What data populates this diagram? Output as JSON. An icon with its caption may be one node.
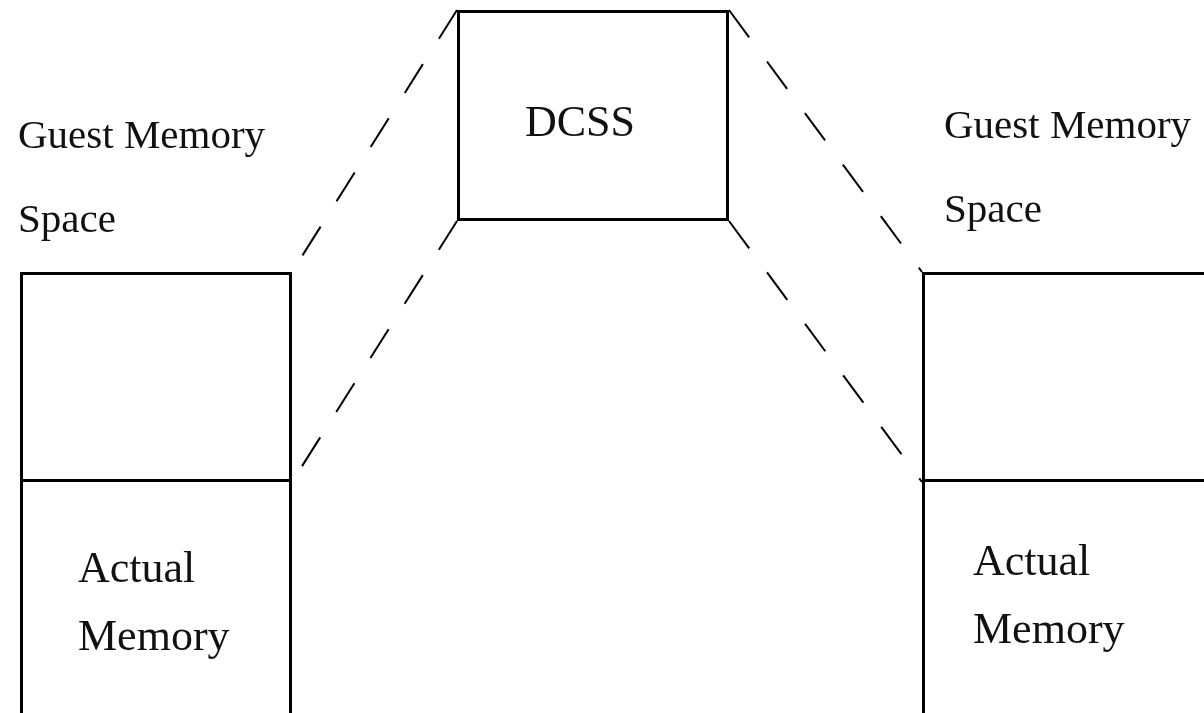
{
  "diagram": {
    "nodes": [
      {
        "text": [],
        "shape": "box",
        "beside": [
          "Guest Memory Space"
        ]
      },
      {
        "text": [
          "Actual Memory"
        ]
      },
      {
        "text": [
          "DCSS"
        ]
      },
      {
        "text": [],
        "shape": "box",
        "beside": [
          "Guest Memory Space"
        ]
      },
      {
        "text": [
          "Actual Memory"
        ]
      }
    ],
    "edges": [
      {
        "from": 2,
        "to": 0,
        "arrow": "none",
        "style": "dashed"
      },
      {
        "from": 2,
        "to": 0,
        "arrow": "none",
        "style": "dashed"
      },
      {
        "from": 2,
        "to": 3,
        "arrow": "none",
        "style": "dashed"
      },
      {
        "from": 2,
        "to": 3,
        "arrow": "none",
        "style": "dashed"
      }
    ]
  }
}
